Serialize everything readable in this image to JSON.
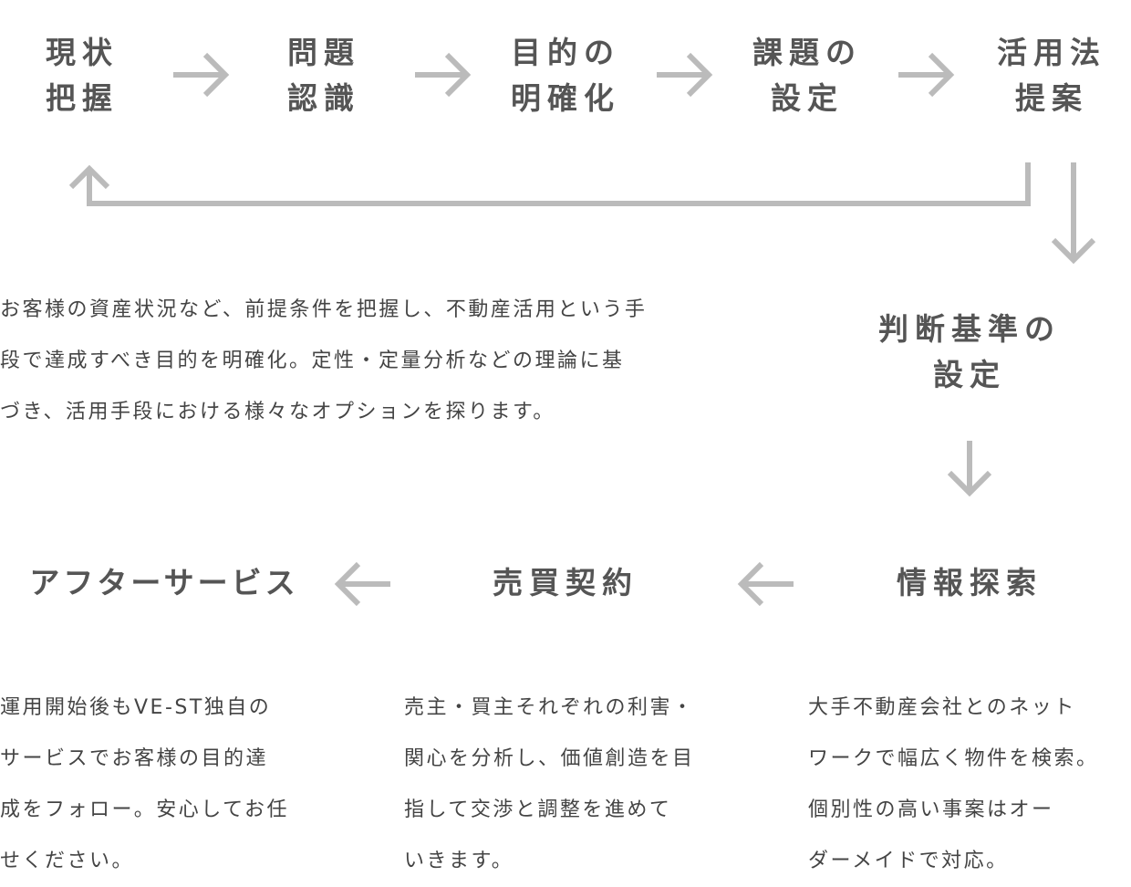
{
  "colors": {
    "text": "#555555",
    "arrow": "#bbbbbb"
  },
  "steps": {
    "current_state": {
      "line1": "現状",
      "line2": "把握"
    },
    "problem_recognition": {
      "line1": "問題",
      "line2": "認識"
    },
    "purpose_clarification": {
      "line1": "目的の",
      "line2": "明確化"
    },
    "issue_setting": {
      "line1": "課題の",
      "line2": "設定"
    },
    "usage_proposal": {
      "line1": "活用法",
      "line2": "提案"
    },
    "criteria_setting": {
      "line1": "判断基準の",
      "line2": "設定"
    },
    "information_search": {
      "line1": "情報探索"
    },
    "sales_contract": {
      "line1": "売買契約"
    },
    "after_service": {
      "line1": "アフターサービス"
    }
  },
  "descriptions": {
    "analysis": {
      "line1": "お客様の資産状況など、前提条件を把握し、不動産活用という手",
      "line2": "段で達成すべき目的を明確化。定性・定量分析などの理論に基",
      "line3": "づき、活用手段における様々なオプションを探ります。"
    },
    "after_service": {
      "line1": "運用開始後もVE-ST独自の",
      "line2": "サービスでお客様の目的達",
      "line3": "成をフォロー。安心してお任",
      "line4": "せください。"
    },
    "sales_contract": {
      "line1": "売主・買主それぞれの利害・",
      "line2": "関心を分析し、価値創造を目",
      "line3": "指して交渉と調整を進めて",
      "line4": "いきます。"
    },
    "information_search": {
      "line1": "大手不動産会社とのネット",
      "line2": "ワークで幅広く物件を検索。",
      "line3": "個別性の高い事案はオー",
      "line4": "ダーメイドで対応。"
    }
  }
}
